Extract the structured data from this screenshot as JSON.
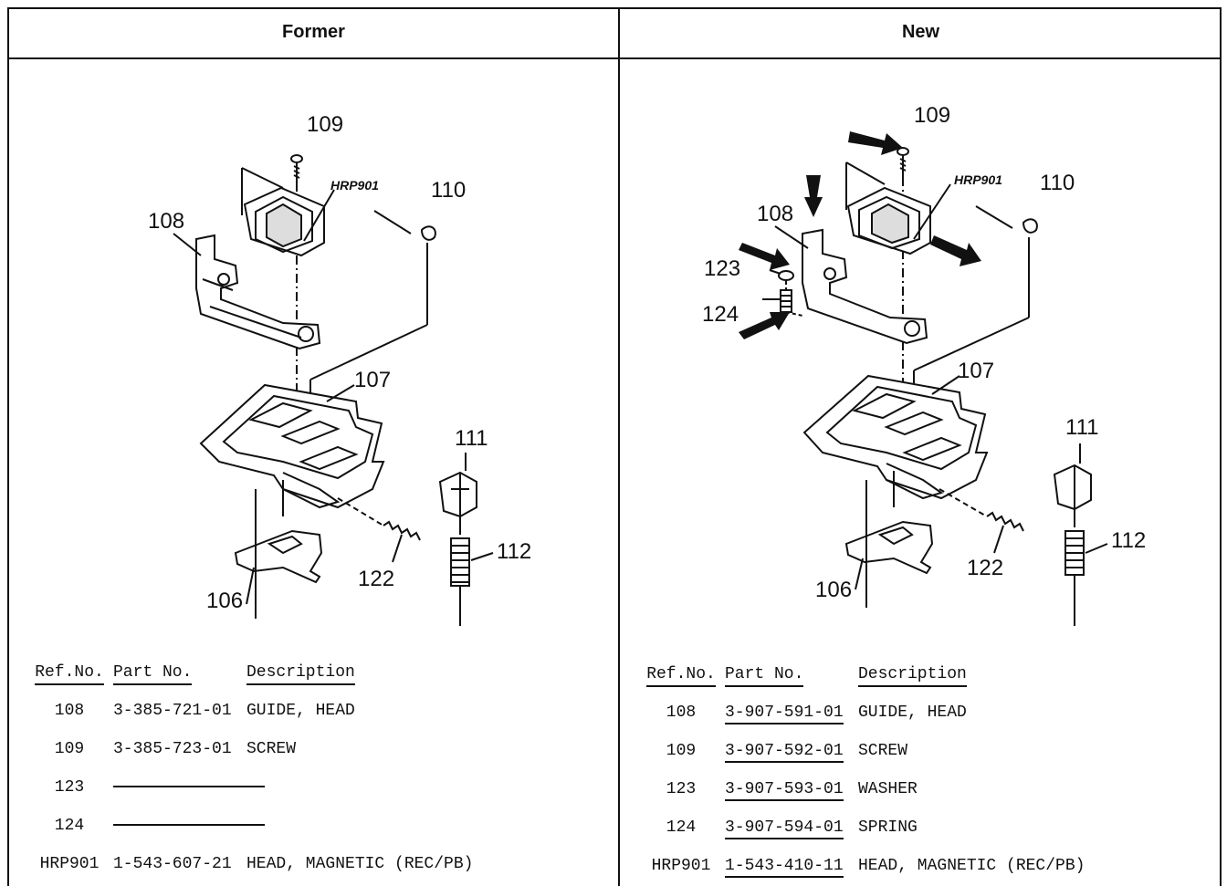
{
  "columns": {
    "former_title": "Former",
    "new_title": "New"
  },
  "diagram_labels": {
    "former": {
      "l109": "109",
      "hrp": "HRP901",
      "l110": "110",
      "l108": "108",
      "l107": "107",
      "l111": "111",
      "l112": "112",
      "l122": "122",
      "l106": "106"
    },
    "new": {
      "l109": "109",
      "hrp": "HRP901",
      "l110": "110",
      "l108": "108",
      "l123": "123",
      "l124": "124",
      "l107": "107",
      "l111": "111",
      "l112": "112",
      "l122": "122",
      "l106": "106"
    }
  },
  "table_headers": {
    "ref": "Ref.No.",
    "part": "Part No.",
    "desc": "Description"
  },
  "former_parts": [
    {
      "ref": "108",
      "part": "3-385-721-01",
      "desc": "GUIDE, HEAD"
    },
    {
      "ref": "109",
      "part": "3-385-723-01",
      "desc": "SCREW"
    },
    {
      "ref": "123",
      "part": "",
      "desc": ""
    },
    {
      "ref": "124",
      "part": "",
      "desc": ""
    },
    {
      "ref": "HRP901",
      "part": "1-543-607-21",
      "desc": "HEAD, MAGNETIC (REC/PB)"
    }
  ],
  "new_parts": [
    {
      "ref": "108",
      "part": "3-907-591-01",
      "desc": "GUIDE, HEAD"
    },
    {
      "ref": "109",
      "part": "3-907-592-01",
      "desc": "SCREW"
    },
    {
      "ref": "123",
      "part": "3-907-593-01",
      "desc": "WASHER"
    },
    {
      "ref": "124",
      "part": "3-907-594-01",
      "desc": "SPRING"
    },
    {
      "ref": "HRP901",
      "part": "1-543-410-11",
      "desc": "HEAD, MAGNETIC (REC/PB)"
    }
  ]
}
